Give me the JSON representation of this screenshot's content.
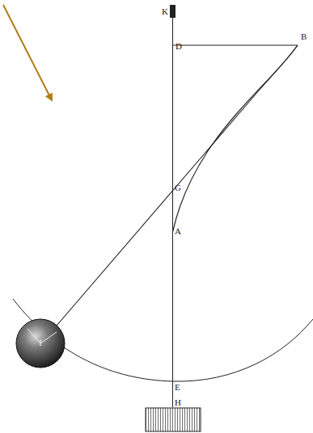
{
  "diagram": {
    "nodes": [
      {
        "text": [
          "I"
        ]
      }
    ],
    "labels": [
      "K",
      "D",
      "B",
      "G",
      "A",
      "E",
      "H"
    ]
  }
}
